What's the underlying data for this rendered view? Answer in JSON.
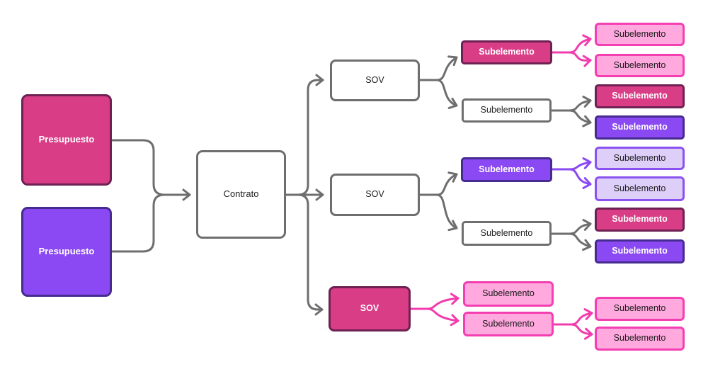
{
  "diagram": {
    "colors": {
      "background": "#FFFFFF",
      "magenta_fill": "#D83D86",
      "magenta_border": "#6E2152",
      "purple_fill": "#8A49F3",
      "purple_border": "#462B90",
      "light_pink_fill": "#FFA9DE",
      "light_pink_border": "#F43FB2",
      "lavender_fill": "#DECFF9",
      "lavender_border": "#8A52F0",
      "white_fill": "#FFFFFF",
      "gray_border": "#6E6E6E",
      "edge_gray": "#6E6E6E",
      "edge_pink": "#F23CAE",
      "edge_purple": "#8A49F3",
      "text_light": "#FFFFFF",
      "text_dark": "#1A1A1A"
    },
    "nodes": [
      {
        "id": "presupuesto-1",
        "label": "Presupuesto",
        "variant": "magenta"
      },
      {
        "id": "presupuesto-2",
        "label": "Presupuesto",
        "variant": "purple"
      },
      {
        "id": "contrato",
        "label": "Contrato",
        "variant": "white"
      },
      {
        "id": "sov-1",
        "label": "SOV",
        "variant": "white"
      },
      {
        "id": "sov-2",
        "label": "SOV",
        "variant": "white"
      },
      {
        "id": "sov-3",
        "label": "SOV",
        "variant": "magenta"
      },
      {
        "id": "sub-a1",
        "label": "Subelemento",
        "variant": "magenta"
      },
      {
        "id": "sub-a2",
        "label": "Subelemento",
        "variant": "white"
      },
      {
        "id": "sub-b1",
        "label": "Subelemento",
        "variant": "purple"
      },
      {
        "id": "sub-b2",
        "label": "Subelemento",
        "variant": "white"
      },
      {
        "id": "sub-c1",
        "label": "Subelemento",
        "variant": "light-pink"
      },
      {
        "id": "sub-c2",
        "label": "Subelemento",
        "variant": "light-pink"
      },
      {
        "id": "sub-a1a",
        "label": "Subelemento",
        "variant": "light-pink"
      },
      {
        "id": "sub-a1b",
        "label": "Subelemento",
        "variant": "light-pink"
      },
      {
        "id": "sub-a2a",
        "label": "Subelemento",
        "variant": "magenta"
      },
      {
        "id": "sub-a2b",
        "label": "Subelemento",
        "variant": "purple"
      },
      {
        "id": "sub-b1a",
        "label": "Subelemento",
        "variant": "lavender"
      },
      {
        "id": "sub-b1b",
        "label": "Subelemento",
        "variant": "lavender"
      },
      {
        "id": "sub-b2a",
        "label": "Subelemento",
        "variant": "magenta"
      },
      {
        "id": "sub-b2b",
        "label": "Subelemento",
        "variant": "purple"
      },
      {
        "id": "sub-c2a",
        "label": "Subelemento",
        "variant": "light-pink"
      },
      {
        "id": "sub-c2b",
        "label": "Subelemento",
        "variant": "light-pink"
      }
    ],
    "edges": [
      {
        "from": "presupuesto-1",
        "to": "contrato",
        "color": "gray"
      },
      {
        "from": "presupuesto-2",
        "to": "contrato",
        "color": "gray"
      },
      {
        "from": "contrato",
        "to": "sov-1",
        "color": "gray"
      },
      {
        "from": "contrato",
        "to": "sov-2",
        "color": "gray"
      },
      {
        "from": "contrato",
        "to": "sov-3",
        "color": "gray"
      },
      {
        "from": "sov-1",
        "to": "sub-a1",
        "color": "gray"
      },
      {
        "from": "sov-1",
        "to": "sub-a2",
        "color": "gray"
      },
      {
        "from": "sov-2",
        "to": "sub-b1",
        "color": "gray"
      },
      {
        "from": "sov-2",
        "to": "sub-b2",
        "color": "gray"
      },
      {
        "from": "sov-3",
        "to": "sub-c1",
        "color": "pink"
      },
      {
        "from": "sov-3",
        "to": "sub-c2",
        "color": "pink"
      },
      {
        "from": "sub-a1",
        "to": "sub-a1a",
        "color": "pink"
      },
      {
        "from": "sub-a1",
        "to": "sub-a1b",
        "color": "pink"
      },
      {
        "from": "sub-a2",
        "to": "sub-a2a",
        "color": "gray"
      },
      {
        "from": "sub-a2",
        "to": "sub-a2b",
        "color": "gray"
      },
      {
        "from": "sub-b1",
        "to": "sub-b1a",
        "color": "purple"
      },
      {
        "from": "sub-b1",
        "to": "sub-b1b",
        "color": "purple"
      },
      {
        "from": "sub-b2",
        "to": "sub-b2a",
        "color": "gray"
      },
      {
        "from": "sub-b2",
        "to": "sub-b2b",
        "color": "gray"
      },
      {
        "from": "sub-c2",
        "to": "sub-c2a",
        "color": "pink"
      },
      {
        "from": "sub-c2",
        "to": "sub-c2b",
        "color": "pink"
      }
    ]
  }
}
